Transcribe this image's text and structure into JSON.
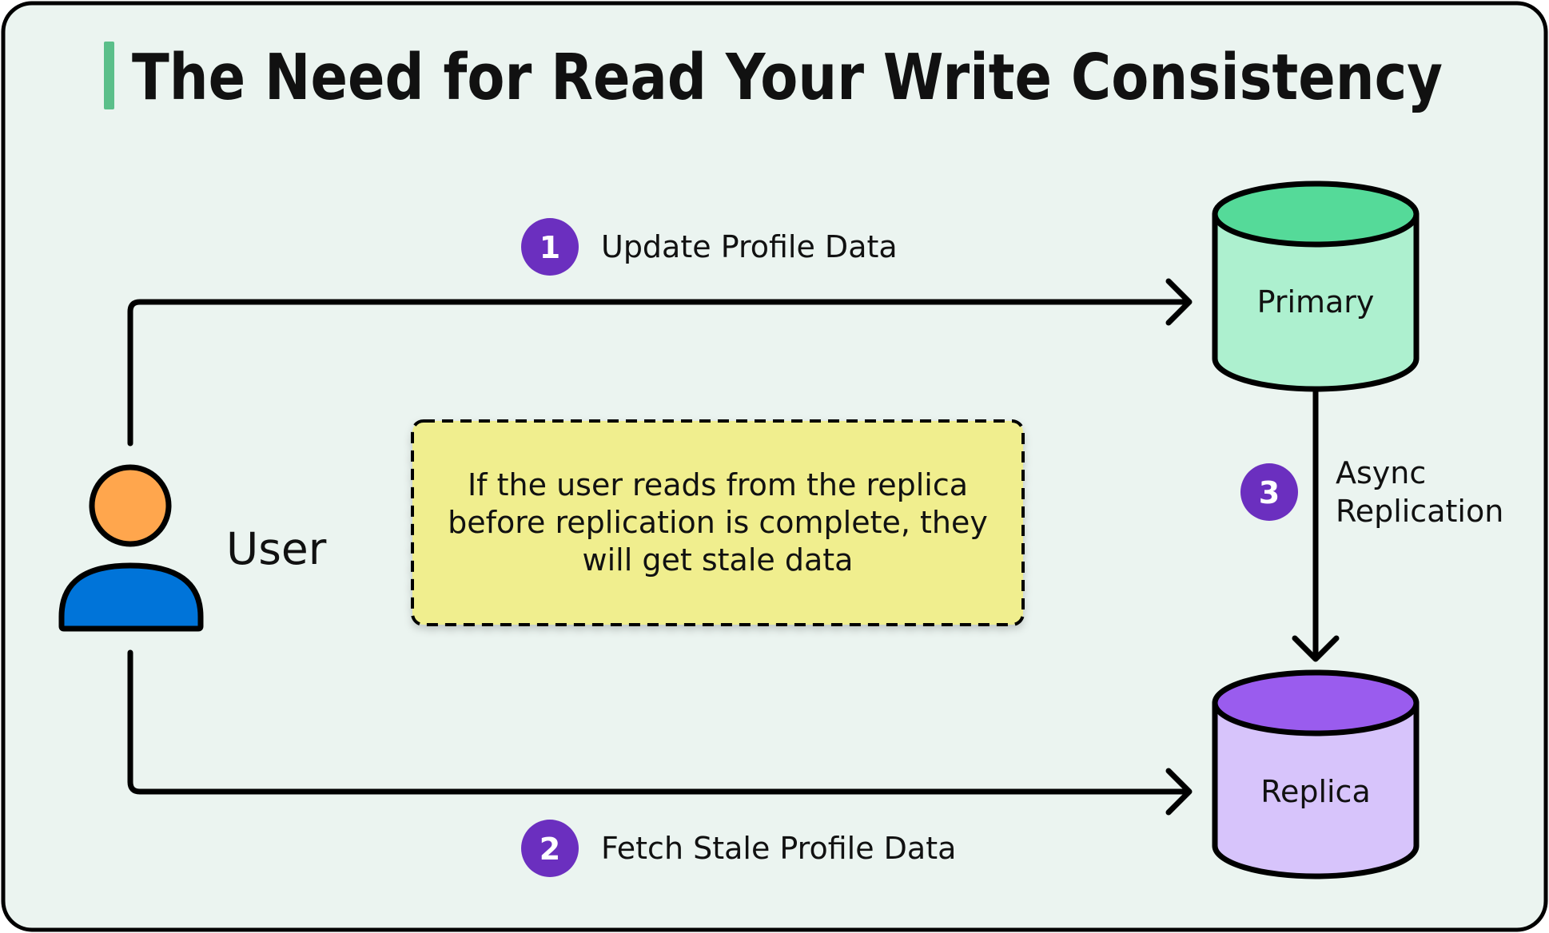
{
  "title": "The Need for Read Your Write Consistency",
  "actor": {
    "label": "User",
    "icon": "user-icon"
  },
  "databases": {
    "primary": {
      "label": "Primary"
    },
    "replica": {
      "label": "Replica"
    }
  },
  "steps": [
    {
      "number": "1",
      "label": "Update Profile Data"
    },
    {
      "number": "2",
      "label": "Fetch Stale Profile Data"
    },
    {
      "number": "3",
      "label_line1": "Async",
      "label_line2": "Replication"
    }
  ],
  "note": {
    "line1": "If the user reads from the replica",
    "line2": "before replication is complete, they",
    "line3": "will get stale data"
  },
  "colors": {
    "background": "#EBF4F0",
    "title_accent": "#5BBF8A",
    "badge": "#6B2FBF",
    "primary_top": "#55DA99",
    "primary_body": "#ADF0CF",
    "replica_top": "#9A5CEE",
    "replica_body": "#D7C4FB",
    "note_fill": "#F0EE8E",
    "user_head": "#FFA64D",
    "user_body": "#0074D9"
  }
}
